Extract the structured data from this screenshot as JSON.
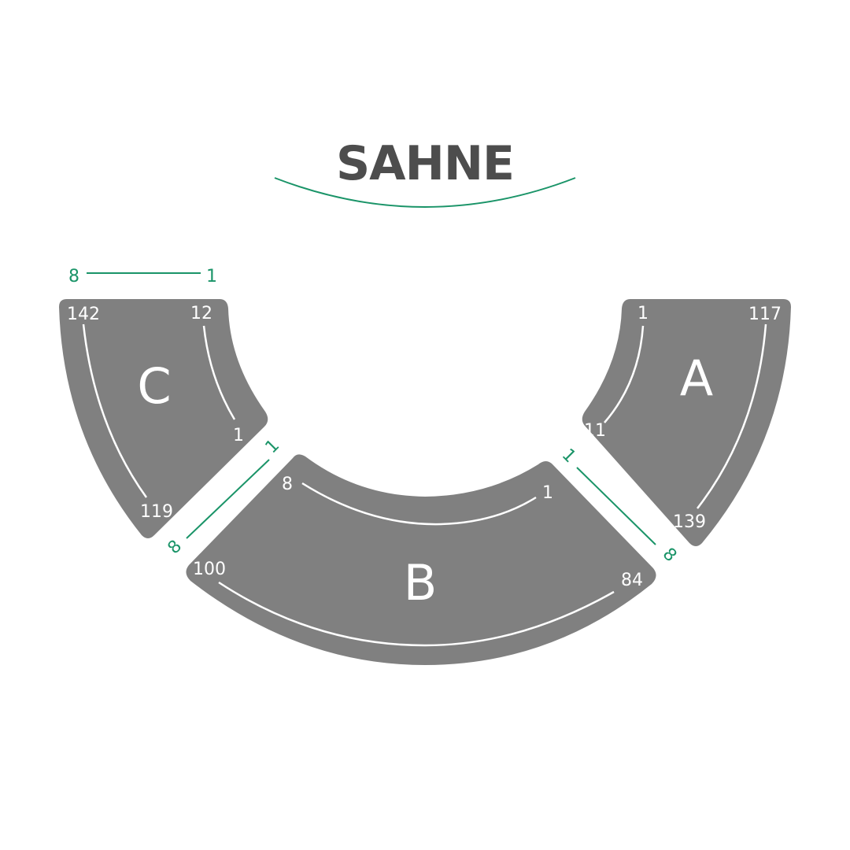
{
  "stage": {
    "label": "SAHNE"
  },
  "colors": {
    "block": "#808080",
    "accent": "#1a9468",
    "title": "#4d4d4d",
    "white": "#ffffff"
  },
  "blocks": {
    "A": {
      "label": "A",
      "inner_start": "1",
      "inner_end": "11",
      "outer_start": "117",
      "outer_end": "139"
    },
    "B": {
      "label": "B",
      "inner_start": "8",
      "inner_end": "1",
      "outer_start": "100",
      "outer_end": "84"
    },
    "C": {
      "label": "C",
      "inner_start": "12",
      "inner_end": "1",
      "outer_start": "142",
      "outer_end": "119"
    }
  },
  "row_markers": {
    "top": {
      "start": "8",
      "end": "1"
    },
    "left_aisle": {
      "start": "1",
      "end": "8"
    },
    "right_aisle": {
      "start": "1",
      "end": "8"
    }
  }
}
